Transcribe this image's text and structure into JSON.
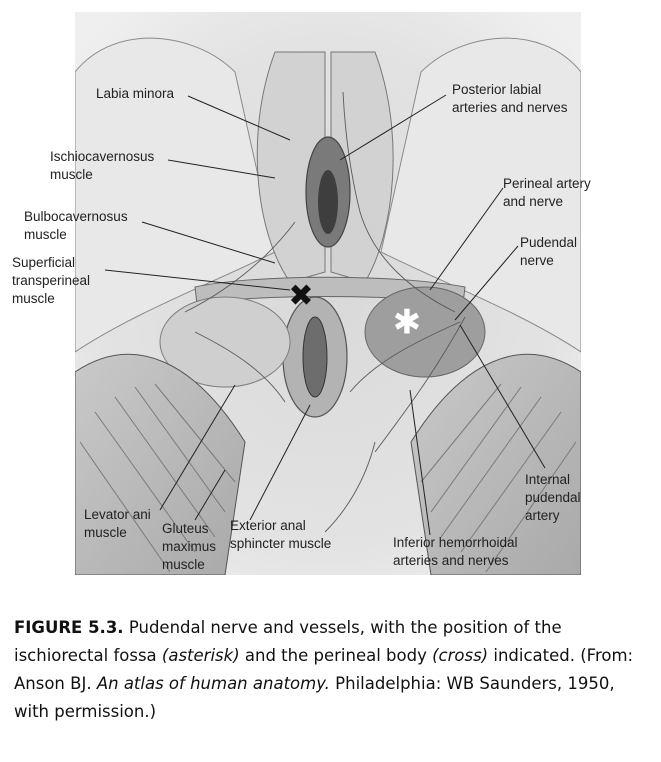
{
  "labels": {
    "labia_minora": [
      "Labia minora"
    ],
    "posterior_labial": [
      "Posterior labial",
      "arteries and nerves"
    ],
    "ischiocavernosus": [
      "Ischiocavernosus",
      "muscle"
    ],
    "perineal_artery": [
      "Perineal artery",
      "and nerve"
    ],
    "bulbocavernosus": [
      "Bulbocavernosus",
      "muscle"
    ],
    "pudendal_nerve": [
      "Pudendal",
      "nerve"
    ],
    "superficial_transperineal": [
      "Superficial",
      "transperineal",
      "muscle"
    ],
    "internal_pudendal": [
      "Internal",
      "pudendal",
      "artery"
    ],
    "levator_ani": [
      "Levator ani",
      "muscle"
    ],
    "gluteus_maximus": [
      "Gluteus",
      "maximus",
      "muscle"
    ],
    "exterior_anal": [
      "Exterior anal",
      "sphincter muscle"
    ],
    "inferior_hemorrhoidal": [
      "Inferior hemorrhoidal",
      "arteries and nerves"
    ]
  },
  "markers": {
    "cross": "✖",
    "asterisk": "✱"
  },
  "caption": {
    "figure_label": "FIGURE 5.3.",
    "text_1": " Pudendal nerve and vessels, with the position of the ischiorectal fossa ",
    "asterisk_word": "(asterisk)",
    "text_2": " and the perineal body ",
    "cross_word": "(cross)",
    "text_3": " indicated. (From: Anson BJ. ",
    "book_title": "An atlas of human anatomy.",
    "text_4": " Philadelphia: WB Saunders, 1950, with permission.)"
  }
}
